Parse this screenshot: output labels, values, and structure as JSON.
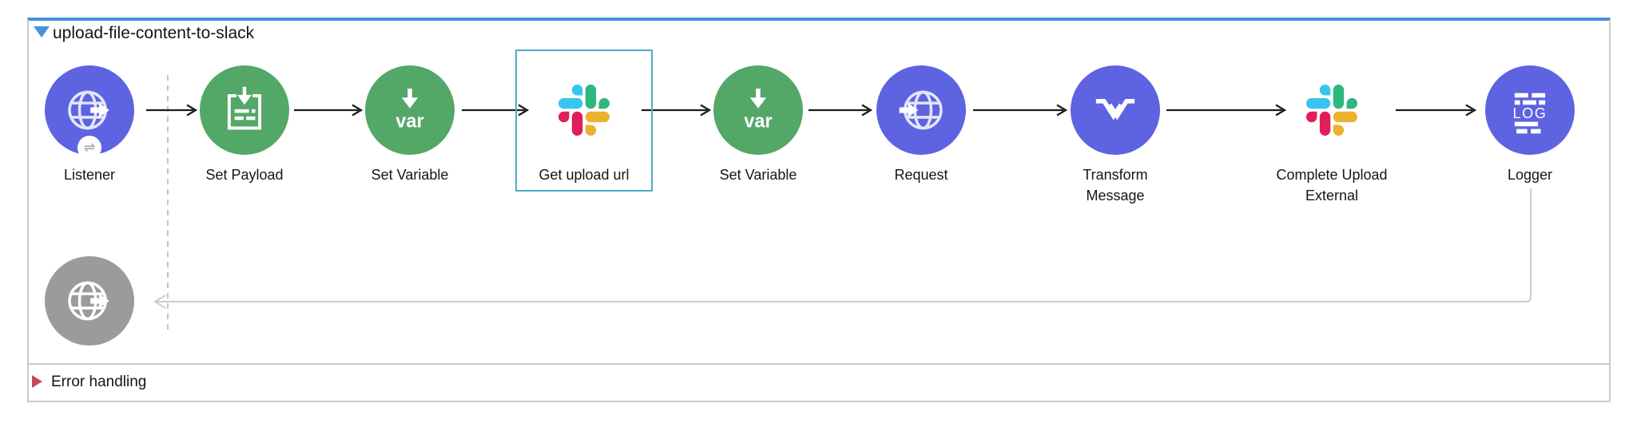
{
  "flow": {
    "title": "upload-file-content-to-slack",
    "nodes": [
      {
        "label": "Listener",
        "type": "http-listener"
      },
      {
        "label": "Set Payload",
        "type": "set-payload"
      },
      {
        "label": "Set Variable",
        "type": "set-variable"
      },
      {
        "label": "Get upload url",
        "type": "slack-connector",
        "selected": true
      },
      {
        "label": "Set Variable",
        "type": "set-variable"
      },
      {
        "label": "Request",
        "type": "http-request"
      },
      {
        "label": "Transform Message",
        "type": "transform-message"
      },
      {
        "label": "Complete Upload External",
        "type": "slack-connector"
      },
      {
        "label": "Logger",
        "type": "logger"
      }
    ],
    "response_placeholder": {
      "type": "http-response",
      "disabled": true,
      "label": ""
    }
  },
  "error_handling": {
    "label": "Error handling",
    "collapsed": true
  },
  "colors": {
    "flow_accent_bar": "#4190DC",
    "title_triangle": "#4A90E2",
    "connector_purple": "#5E63E2",
    "core_green": "#53A767",
    "disabled_gray": "#9B9B9B",
    "selection_outline": "#4FA9CF",
    "error_marker": "#C34A5E",
    "arrow_black": "#1C1C1C",
    "loop_gray": "#CCCCCC",
    "slack_blue": "#36C5F0",
    "slack_green": "#2EB67D",
    "slack_red": "#E01E5A",
    "slack_yellow": "#ECB22E"
  }
}
